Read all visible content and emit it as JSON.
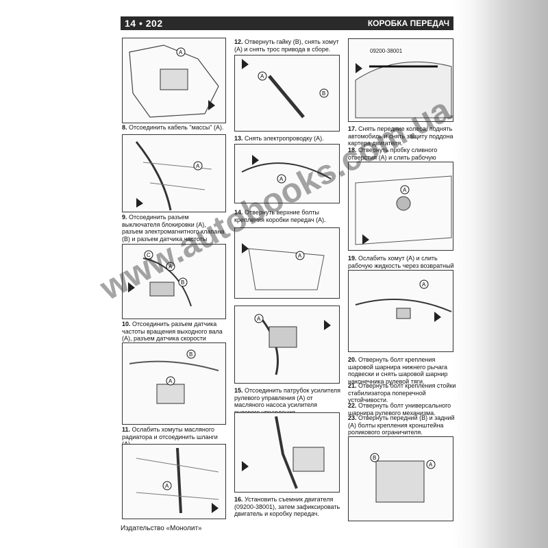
{
  "header": {
    "page_number": "14 • 202",
    "section_title": "КОРОБКА ПЕРЕДАЧ"
  },
  "steps": [
    {
      "num": "8.",
      "text": "Отсоединить кабель \"массы\" (А)."
    },
    {
      "num": "9.",
      "text": "Отсоединить разъем выключателя блокировки (А), разъем электромагнитного клапана (В) и разъем датчика частоты вращения входного вала (С)."
    },
    {
      "num": "10.",
      "text": "Отсоединить разъем датчика частоты вращения выходного вала (А), разъем датчика скорости автомобиля (В)."
    },
    {
      "num": "11.",
      "text": "Ослабить хомуты масляного радиатора и отсоединить шланги (А)."
    },
    {
      "num": "12.",
      "text": "Отвернуть гайку (В), снять хомут (А) и снять трос привода в сборе."
    },
    {
      "num": "13.",
      "text": "Снять электропроводку (А)."
    },
    {
      "num": "14.",
      "text": "Отвернуть верхние болты крепления коробки передач (А)."
    },
    {
      "num": "15.",
      "text": "Отсоединить патрубок усилителя рулевого управления (А) от масляного насоса усилителя рулевого управления."
    },
    {
      "num": "16.",
      "text": "Установить съемник двигателя (09200-38001), затем зафиксировать двигатель и коробку передач."
    },
    {
      "num": "17.",
      "text": "Снять передние колеса, поднять автомобиль и снять защиту поддона картера двигателя."
    },
    {
      "num": "18.",
      "text": "Отвернуть пробку сливного отверстия (А) и слить рабочую жидкость."
    },
    {
      "num": "19.",
      "text": "Ослабить хомут (А) и слить рабочую жидкость через возвратный шланг."
    },
    {
      "num": "20.",
      "text": "Отвернуть болт крепления шаровой шарнира нижнего рычага подвески и снять шаровой шарнир наконечника рулевой тяги."
    },
    {
      "num": "21.",
      "text": "Отвернуть болт крепления стойки стабилизатора поперечной устойчивости."
    },
    {
      "num": "22.",
      "text": "Отвернуть болт универсального шарнира рулевого механизма."
    },
    {
      "num": "23.",
      "text": "Отвернуть передний (В) и задний (А) болты крепления кронштейна роликового ограничителя."
    }
  ],
  "figure_labels": {
    "tool_code": "09200-38001"
  },
  "footer": {
    "publisher": "Издательство «Монолит»"
  },
  "watermark": "www.autobooks.com.ua"
}
